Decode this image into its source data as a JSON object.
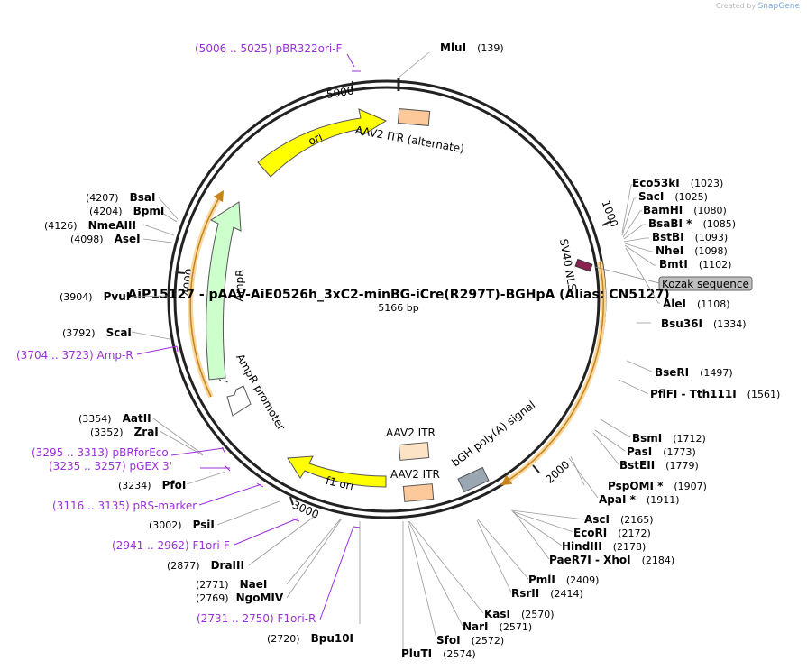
{
  "brand": {
    "created_by": "Created by",
    "app": "SnapGene"
  },
  "map": {
    "title": "AiP15127 - pAAV-AiE0526h_3xC2-minBG-iCre(R297T)-BGHpA (Alias: CN5127)",
    "length": "5166 bp",
    "tick_labels": [
      "1000",
      "2000",
      "3000",
      "4000",
      "5000"
    ]
  },
  "features": {
    "ori": "ori",
    "ampr": "AmpR",
    "ampr_promoter": "AmpR promoter",
    "f1_ori": "f1 ori",
    "aav2_itr": "AAV2 ITR",
    "aav2_itr_2": "AAV2 ITR",
    "aav2_itr_alt": "AAV2 ITR (alternate)",
    "sv40_nls": "SV40 NLS",
    "kozak": "Kozak sequence",
    "bgh": "bGH poly(A) signal"
  },
  "enzymes": [
    {
      "id": "mlui",
      "name": "MluI",
      "pos": "(139)"
    },
    {
      "id": "eco53ki",
      "name": "Eco53kI",
      "pos": "(1023)"
    },
    {
      "id": "saci",
      "name": "SacI",
      "pos": "(1025)"
    },
    {
      "id": "bamhi",
      "name": "BamHI",
      "pos": "(1080)"
    },
    {
      "id": "bsabi",
      "name": "BsaBI *",
      "pos": "(1085)"
    },
    {
      "id": "bstbi",
      "name": "BstBI",
      "pos": "(1093)"
    },
    {
      "id": "nhei",
      "name": "NheI",
      "pos": "(1098)"
    },
    {
      "id": "bmti",
      "name": "BmtI",
      "pos": "(1102)"
    },
    {
      "id": "alei",
      "name": "AleI",
      "pos": "(1108)"
    },
    {
      "id": "bsu36i",
      "name": "Bsu36I",
      "pos": "(1334)"
    },
    {
      "id": "bseri",
      "name": "BseRI",
      "pos": "(1497)"
    },
    {
      "id": "pflfi",
      "name": "PflFI - Tth111I",
      "pos": "(1561)"
    },
    {
      "id": "bsmi",
      "name": "BsmI",
      "pos": "(1712)"
    },
    {
      "id": "pasi",
      "name": "PasI",
      "pos": "(1773)"
    },
    {
      "id": "bsteii",
      "name": "BstEII",
      "pos": "(1779)"
    },
    {
      "id": "pspomi",
      "name": "PspOMI *",
      "pos": "(1907)"
    },
    {
      "id": "apai",
      "name": "ApaI *",
      "pos": "(1911)"
    },
    {
      "id": "asci",
      "name": "AscI",
      "pos": "(2165)"
    },
    {
      "id": "ecori",
      "name": "EcoRI",
      "pos": "(2172)"
    },
    {
      "id": "hindiii",
      "name": "HindIII",
      "pos": "(2178)"
    },
    {
      "id": "paer7i",
      "name": "PaeR7I - XhoI",
      "pos": "(2184)"
    },
    {
      "id": "pmli",
      "name": "PmlI",
      "pos": "(2409)"
    },
    {
      "id": "rsrii",
      "name": "RsrII",
      "pos": "(2414)"
    },
    {
      "id": "kasi",
      "name": "KasI",
      "pos": "(2570)"
    },
    {
      "id": "nari",
      "name": "NarI",
      "pos": "(2571)"
    },
    {
      "id": "sfoi",
      "name": "SfoI",
      "pos": "(2572)"
    },
    {
      "id": "pluti",
      "name": "PluTI",
      "pos": "(2574)"
    },
    {
      "id": "bpu10i",
      "name": "Bpu10I",
      "pos": "(2720)"
    },
    {
      "id": "ngomiv",
      "name": "NgoMIV",
      "pos": "(2769)"
    },
    {
      "id": "naei",
      "name": "NaeI",
      "pos": "(2771)"
    },
    {
      "id": "draiii",
      "name": "DraIII",
      "pos": "(2877)"
    },
    {
      "id": "psii",
      "name": "PsiI",
      "pos": "(3002)"
    },
    {
      "id": "pfoi",
      "name": "PfoI",
      "pos": "(3234)"
    },
    {
      "id": "zrai",
      "name": "ZraI",
      "pos": "(3352)"
    },
    {
      "id": "aatii",
      "name": "AatII",
      "pos": "(3354)"
    },
    {
      "id": "scai",
      "name": "ScaI",
      "pos": "(3792)"
    },
    {
      "id": "pvui",
      "name": "PvuI",
      "pos": "(3904)"
    },
    {
      "id": "asei",
      "name": "AseI",
      "pos": "(4098)"
    },
    {
      "id": "nmeaiii",
      "name": "NmeAIII",
      "pos": "(4126)"
    },
    {
      "id": "bpmi",
      "name": "BpmI",
      "pos": "(4204)"
    },
    {
      "id": "bsai",
      "name": "BsaI",
      "pos": "(4207)"
    }
  ],
  "primers": [
    {
      "id": "pbr322ori",
      "text": "(5006 .. 5025)  pBR322ori-F"
    },
    {
      "id": "ampr",
      "text": "(3704 .. 3723)  Amp-R"
    },
    {
      "id": "pbrforeco",
      "text": "(3295 .. 3313)  pBRforEco"
    },
    {
      "id": "pgex3",
      "text": "(3235 .. 3257)  pGEX 3'"
    },
    {
      "id": "prsmarker",
      "text": "(3116 .. 3135)  pRS-marker"
    },
    {
      "id": "f1orif",
      "text": "(2941 .. 2962)  F1ori-F"
    },
    {
      "id": "f1orir",
      "text": "(2731 .. 2750)  F1ori-R"
    }
  ],
  "colors": {
    "backbone": "#222222",
    "ori": "#ffff00",
    "ampr": "#ccffcc",
    "itr": "#fdc89a",
    "itr_light": "#fde3c5",
    "bgh": "#9aa7b3",
    "nls": "#8b2252",
    "kozak": "#bfbfbf",
    "orf_orange": "#f0b040",
    "primer": "#9b30d9"
  }
}
